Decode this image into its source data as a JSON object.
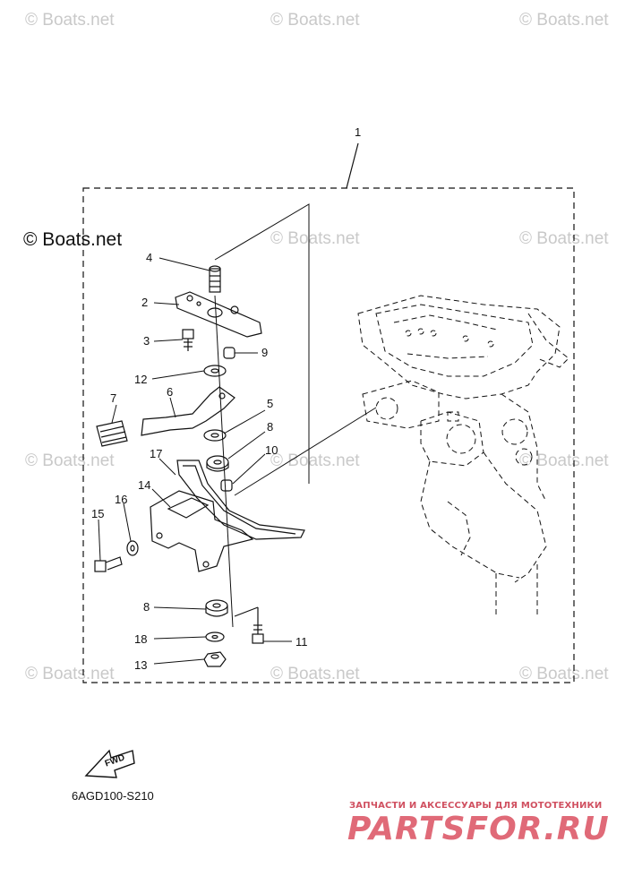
{
  "watermarks": {
    "text": "© Boats.net",
    "main": "© Boats.net"
  },
  "callouts": [
    "1",
    "2",
    "3",
    "4",
    "5",
    "6",
    "7",
    "8",
    "9",
    "10",
    "11",
    "12",
    "13",
    "14",
    "15",
    "16",
    "17",
    "8",
    "18"
  ],
  "labels": {
    "l1": "1",
    "l2": "2",
    "l3": "3",
    "l4": "4",
    "l5": "5",
    "l6": "6",
    "l7": "7",
    "l8a": "8",
    "l8b": "8",
    "l9": "9",
    "l10": "10",
    "l11": "11",
    "l12": "12",
    "l13": "13",
    "l14": "14",
    "l15": "15",
    "l16": "16",
    "l17": "17",
    "l18": "18"
  },
  "fwd_label": "FWD",
  "diagram_code": "6AGD100-S210",
  "promo": {
    "small": "ЗАПЧАСТИ И АКСЕССУАРЫ ДЛЯ МОТОТЕХНИКИ",
    "big": "PARTSFOR.RU"
  },
  "colors": {
    "line": "#111111",
    "watermark": "#c9c9c9",
    "promo": "#e06a78"
  }
}
